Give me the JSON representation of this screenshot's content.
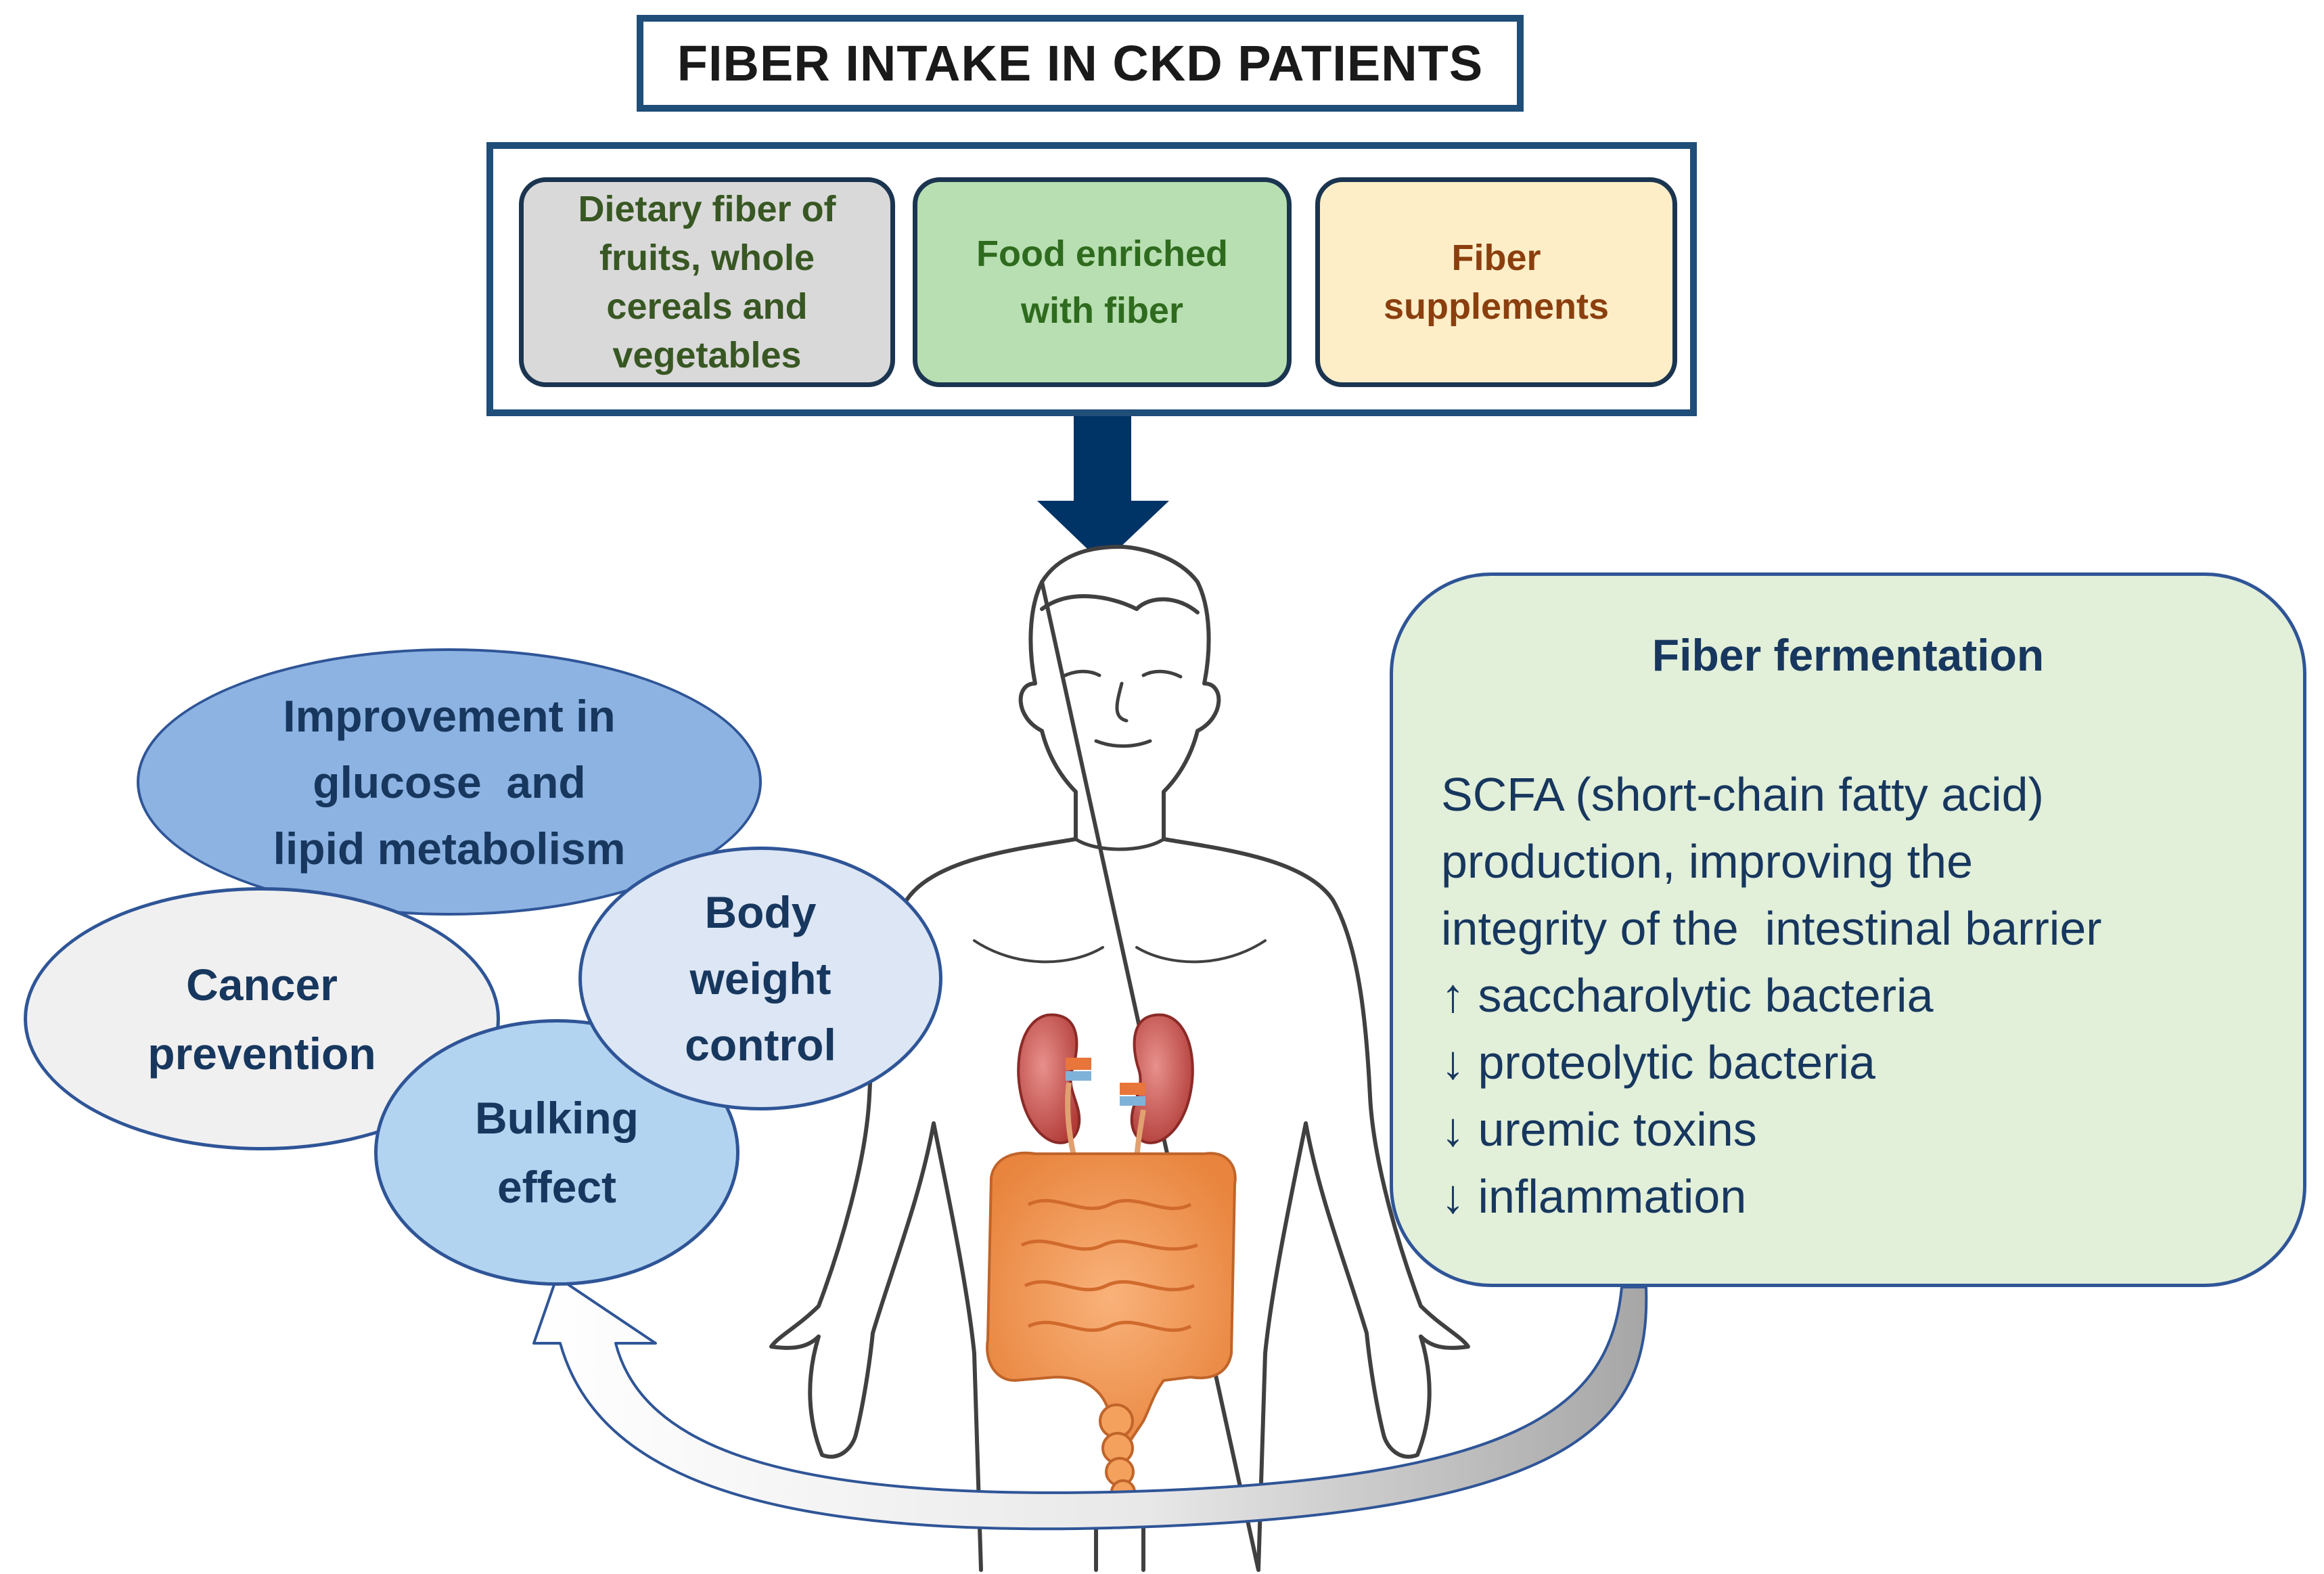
{
  "title": "FIBER INTAKE IN CKD PATIENTS",
  "sources": [
    {
      "lines": [
        "Dietary fiber of",
        "fruits, whole",
        "cereals and",
        "vegetables"
      ]
    },
    {
      "lines": [
        "Food enriched",
        "with fiber"
      ]
    },
    {
      "lines": [
        "Fiber",
        "supplements"
      ]
    }
  ],
  "benefits": {
    "glucose": [
      "Improvement in",
      "glucose  and",
      "lipid metabolism"
    ],
    "cancer": [
      "Cancer",
      "prevention"
    ],
    "bulking": [
      "Bulking",
      "effect"
    ],
    "body_weight": [
      "Body",
      "weight",
      "control"
    ]
  },
  "fermentation": {
    "title": "Fiber fermentation",
    "lines": [
      "SCFA (short-chain fatty acid)",
      "production, improving the",
      "integrity of the  intestinal barrier",
      "↑ saccharolytic bacteria",
      "↓ proteolytic bacteria",
      "↓ uremic toxins",
      "↓ inflammation"
    ]
  },
  "colors": {
    "frame": "#1f4e79",
    "arrow": "#003366",
    "kidney": "#c0504d",
    "intestine": "#f4a15d"
  }
}
